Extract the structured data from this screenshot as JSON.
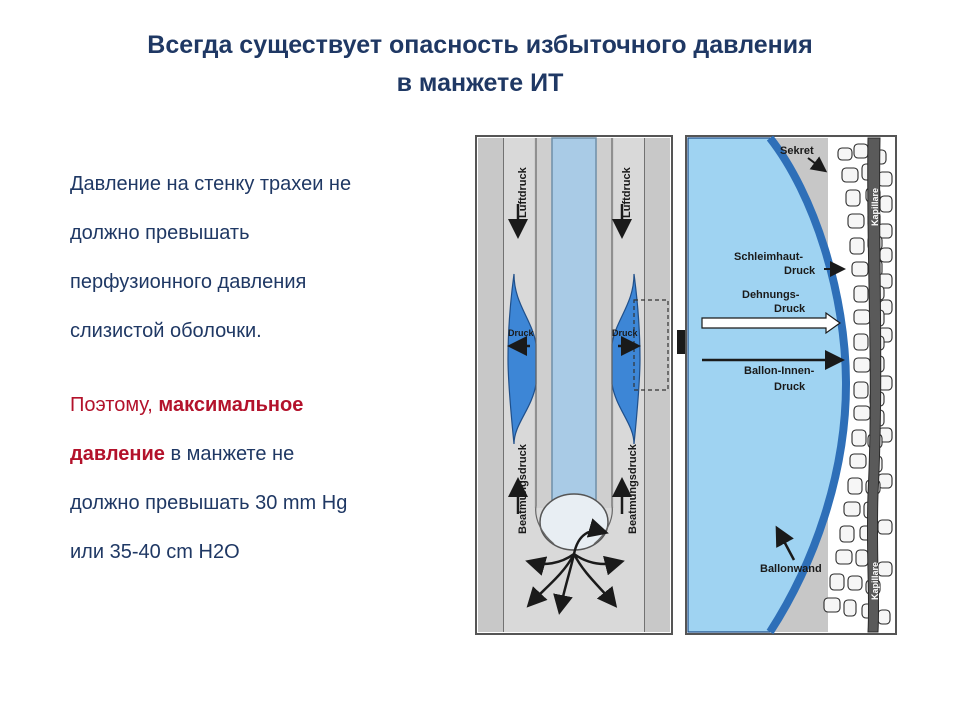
{
  "title": {
    "line1": "Всегда существует опасность избыточного давления",
    "line2": "в манжете ИТ"
  },
  "paragraph1": [
    "Давление на стенку трахеи не",
    "должно превышать",
    "перфузионного давления",
    "слизистой оболочки."
  ],
  "paragraph2": {
    "line1_prefix": "Поэтому, ",
    "line1_bold": "максимальное",
    "line2_bold": "давление",
    "line2_rest": " в манжете не",
    "line3": "должно превышать 30 mm Hg",
    "line4": "или 35-40 cm H2O"
  },
  "figure": {
    "left_labels": {
      "luftdruck_left": "Luftdruck",
      "luftdruck_right": "Luftdruck",
      "druck_left": "Druck",
      "druck_right": "Druck",
      "beatmung_left": "Beatmungsdruck",
      "beatmung_right": "Beatmungsdruck"
    },
    "right_labels": {
      "sekret": "Sekret",
      "schleimhaut_1": "Schleimhaut-",
      "schleimhaut_2": "Druck",
      "dehnungs_1": "Dehnungs-",
      "dehnungs_2": "Druck",
      "ballon_1": "Ballon-Innen-",
      "ballon_2": "Druck",
      "ballonwand": "Ballonwand",
      "kapillare_top": "Kapillare",
      "kapillare_bottom": "Kapillare"
    },
    "colors": {
      "cuff_blue": "#3d86d6",
      "balloon_light_blue": "#9fd3f2",
      "tube_blue": "#a9cbe6",
      "wall_gray": "#bdbdbd",
      "text_dark": "#1a1a1a"
    }
  }
}
